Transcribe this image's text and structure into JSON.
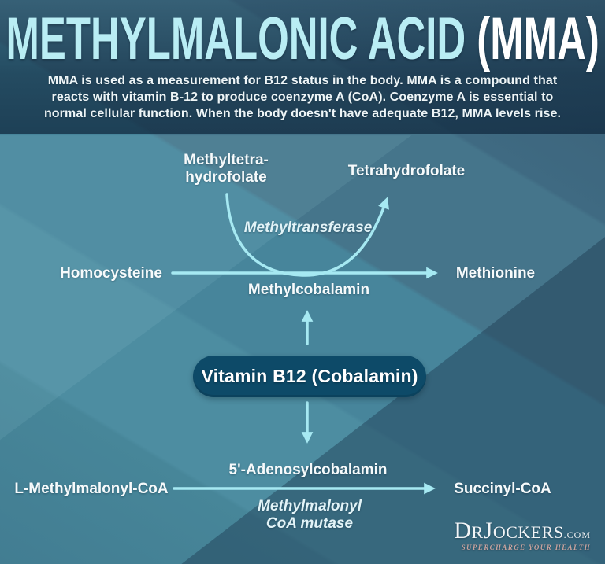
{
  "colors": {
    "accent_cyan": "#a6e9f2",
    "title_cyan": "#b9edf4",
    "box_navy": "#0d4a68",
    "background_teal": "#47859b",
    "header_navy": "#16344d",
    "logo_tagline": "#c9a49f"
  },
  "header": {
    "title_main": "METHYLMALONIC ACID",
    "title_paren": " (MMA)",
    "description_lines": [
      "MMA is used as a measurement for B12 status in the body. MMA is a compound that",
      "reacts with vitamin B-12 to produce coenzyme A (CoA). Coenzyme A is essential to",
      "normal cellular function. When the body doesn't have adequate B12, MMA levels rise."
    ]
  },
  "diagram": {
    "methyl_cycle": {
      "methyltetrahydrofolate_lines": [
        "Methyltetra-",
        "hydrofolate"
      ],
      "tetrahydrofolate": "Tetrahydrofolate",
      "enzyme": "Methyltransferase",
      "substrate": "Homocysteine",
      "product": "Methionine",
      "cofactor": "Methylcobalamin"
    },
    "b12_box": "Vitamin B12 (Cobalamin)",
    "mutase_pathway": {
      "cofactor": "5'-Adenosylcobalamin",
      "substrate": "L-Methylmalonyl-CoA",
      "product": "Succinyl-CoA",
      "enzyme_lines": [
        "Methylmalonyl",
        "CoA mutase"
      ]
    }
  },
  "logo": {
    "d": "D",
    "r": "R",
    "j": "J",
    "ockers": "OCKERS",
    "com": ".COM",
    "tagline": "SUPERCHARGE YOUR HEALTH"
  }
}
